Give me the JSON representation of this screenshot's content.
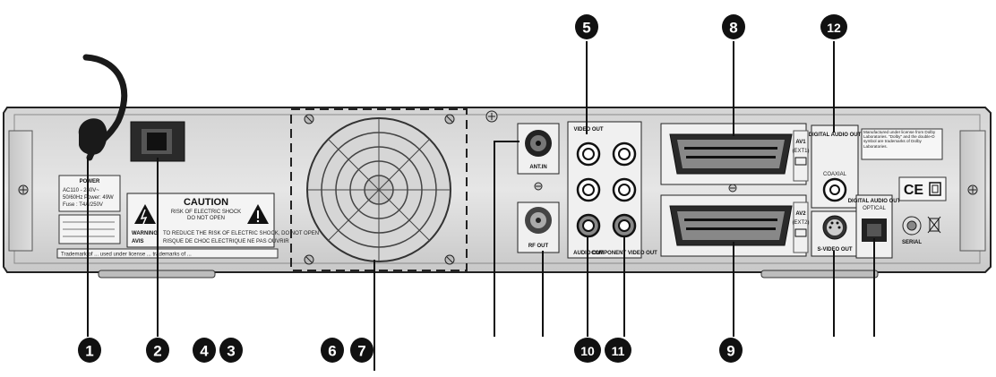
{
  "callouts": {
    "c1": "1",
    "c2": "2",
    "c3": "3",
    "c4": "4",
    "c5": "5",
    "c6": "6",
    "c7": "7",
    "c8": "8",
    "c9": "9",
    "c10": "10",
    "c11": "11",
    "c12": "12"
  },
  "labels": {
    "power": "POWER",
    "power_spec1": "AC110 - 240V~",
    "power_spec2": "50/60Hz  Power: 49W",
    "power_spec3": "Fuse : T4A/250V",
    "caution_title": "CAUTION",
    "caution_line1": "RISK OF ELECTRIC SHOCK",
    "caution_line2": "DO NOT OPEN",
    "warning": "WARNING",
    "avis": "AVIS",
    "warning_text": "TO REDUCE THE RISK OF ELECTRIC SHOCK, DO NOT OPEN",
    "avis_text": "RISQUE DE CHOC ELECTRIQUE NE PAS OUVRIR",
    "trademark": "Trademark of ... used under license ... trademarks of ...",
    "antin": "ANT.IN",
    "rfout": "RF OUT",
    "video_out": "VIDEO OUT",
    "audio_out": "AUDIO OUT",
    "component_video_out": "COMPONENT VIDEO OUT",
    "av1": "AV1",
    "ext1": "(EXT1)",
    "av2": "AV2",
    "ext2": "(EXT2)",
    "digital_audio_out_coax": "DIGITAL AUDIO OUT",
    "coaxial": "COAXIAL",
    "digital_audio_out_opt": "DIGITAL AUDIO OUT",
    "optical": "OPTICAL",
    "svideo_out": "S-VIDEO OUT",
    "dolby_note": "Manufactured under license from Dolby Laboratories. \"Dolby\" and the double-D symbol are trademarks of Dolby Laboratories.",
    "ce": "CE",
    "serial": "SERIAL"
  }
}
